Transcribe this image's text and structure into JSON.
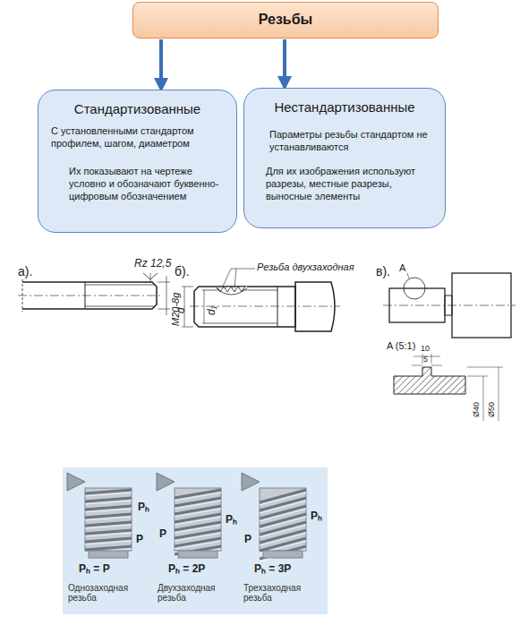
{
  "diagram": {
    "nodes": [
      {
        "text": [
          "Резьбы"
        ]
      },
      {
        "text": [
          "Стандартизованные",
          "С установленными стандартом профилем, шагом, диаметром",
          "Их показывают на чертеже условно и обозначают буквенно- цифровым обозначением"
        ]
      },
      {
        "text": [
          "Нестандартизованные",
          "Параметры резьбы стандартом не устанавливаются",
          "Для их изображения используют разрезы, местные разрезы, выносные элементы"
        ]
      }
    ],
    "edges": [
      {
        "from": 0,
        "to": 1,
        "arrow": "to"
      },
      {
        "from": 0,
        "to": 2,
        "arrow": "to"
      }
    ],
    "labels": [
      "а).",
      "Rz 12,5",
      "M20-8g",
      "б).",
      "Резьба двухзаходная",
      "d",
      "d₁",
      "в).",
      "A",
      "A (5:1)",
      "10",
      "5",
      "Ø40",
      "Ø50",
      "P",
      "Pₕ",
      "P",
      "Pₕ",
      "P",
      "Pₕ",
      "Pₕ = P",
      "Pₕ = 2P",
      "Pₕ = 3P",
      "Однозаходная резьба",
      "Двухзаходная резьба",
      "Трехзаходная резьба"
    ]
  }
}
